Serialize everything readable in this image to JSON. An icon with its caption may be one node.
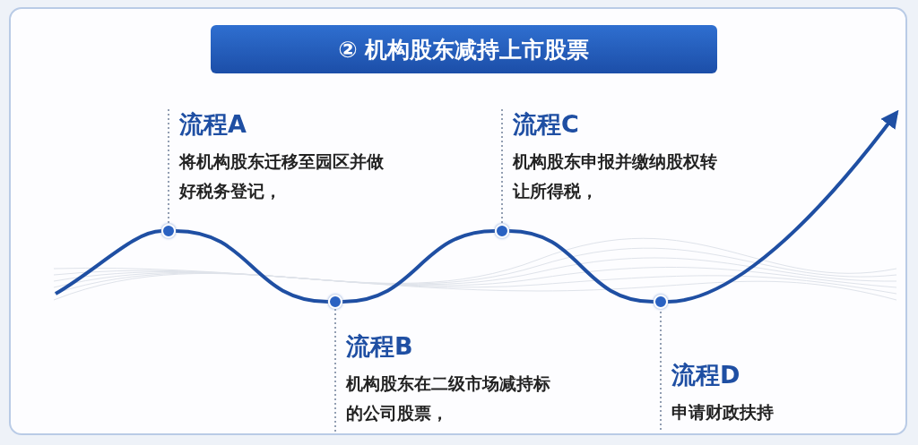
{
  "diagram": {
    "title": "② 机构股东减持上市股票",
    "nodes": [
      {
        "text": [
          "流程A",
          "将机构股东迁移至园区并做好税务登记，"
        ]
      },
      {
        "text": [
          "流程B",
          "机构股东在二级市场减持标的公司股票，"
        ]
      },
      {
        "text": [
          "流程C",
          "机构股东申报并缴纳股权转让所得税，"
        ]
      },
      {
        "text": [
          "流程D",
          "申请财政扶持"
        ]
      },
      {
        "text": [],
        "shape": "circle"
      },
      {
        "text": [],
        "shape": "circle"
      },
      {
        "text": [],
        "shape": "circle"
      },
      {
        "text": [],
        "shape": "circle"
      }
    ],
    "edges": [
      {
        "from": null,
        "to": 4,
        "arrow": "none"
      },
      {
        "from": 4,
        "to": 5,
        "arrow": "none"
      },
      {
        "from": 5,
        "to": 6,
        "arrow": "none"
      },
      {
        "from": 6,
        "to": 7,
        "arrow": "none"
      },
      {
        "from": 7,
        "to": null,
        "arrow": "to"
      },
      {
        "from": 0,
        "to": 4,
        "arrow": "none",
        "style": "dashed"
      },
      {
        "from": 1,
        "to": 5,
        "arrow": "none",
        "style": "dashed"
      },
      {
        "from": 2,
        "to": 6,
        "arrow": "none",
        "style": "dashed"
      },
      {
        "from": 3,
        "to": 7,
        "arrow": "none",
        "style": "dashed"
      }
    ]
  }
}
